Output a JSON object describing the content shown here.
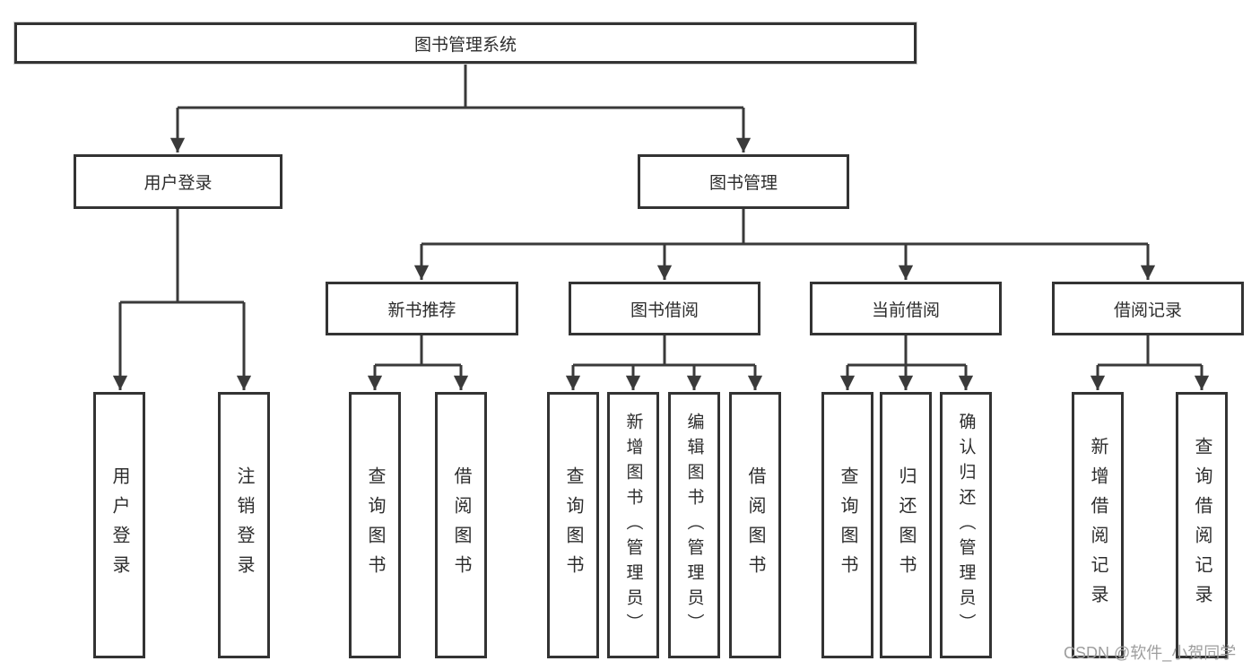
{
  "tree": {
    "root": {
      "label": "图书管理系统"
    },
    "level2": [
      {
        "label": "用户登录"
      },
      {
        "label": "图书管理"
      }
    ],
    "level3": [
      {
        "label": "新书推荐",
        "parent": "图书管理"
      },
      {
        "label": "图书借阅",
        "parent": "图书管理"
      },
      {
        "label": "当前借阅",
        "parent": "图书管理"
      },
      {
        "label": "借阅记录",
        "parent": "图书管理"
      }
    ],
    "leaves": [
      {
        "label": "用户登录",
        "parent": "用户登录"
      },
      {
        "label": "注销登录",
        "parent": "用户登录"
      },
      {
        "label": "查询图书",
        "parent": "新书推荐"
      },
      {
        "label": "借阅图书",
        "parent": "新书推荐"
      },
      {
        "label": "查询图书",
        "parent": "图书借阅"
      },
      {
        "label": "新增图书（管理员）",
        "parent": "图书借阅"
      },
      {
        "label": "编辑图书（管理员）",
        "parent": "图书借阅"
      },
      {
        "label": "借阅图书",
        "parent": "图书借阅"
      },
      {
        "label": "查询图书",
        "parent": "当前借阅"
      },
      {
        "label": "归还图书",
        "parent": "当前借阅"
      },
      {
        "label": "确认归还（管理员）",
        "parent": "当前借阅"
      },
      {
        "label": "新增借阅记录",
        "parent": "借阅记录"
      },
      {
        "label": "查询借阅记录",
        "parent": "借阅记录"
      }
    ]
  },
  "watermark": "CSDN @软件_小贺同学",
  "colors": {
    "line": "#3a3a3a",
    "box_border": "#333333",
    "text": "#2d2d2d",
    "watermark": "#9e9e9e",
    "background": "#ffffff"
  }
}
